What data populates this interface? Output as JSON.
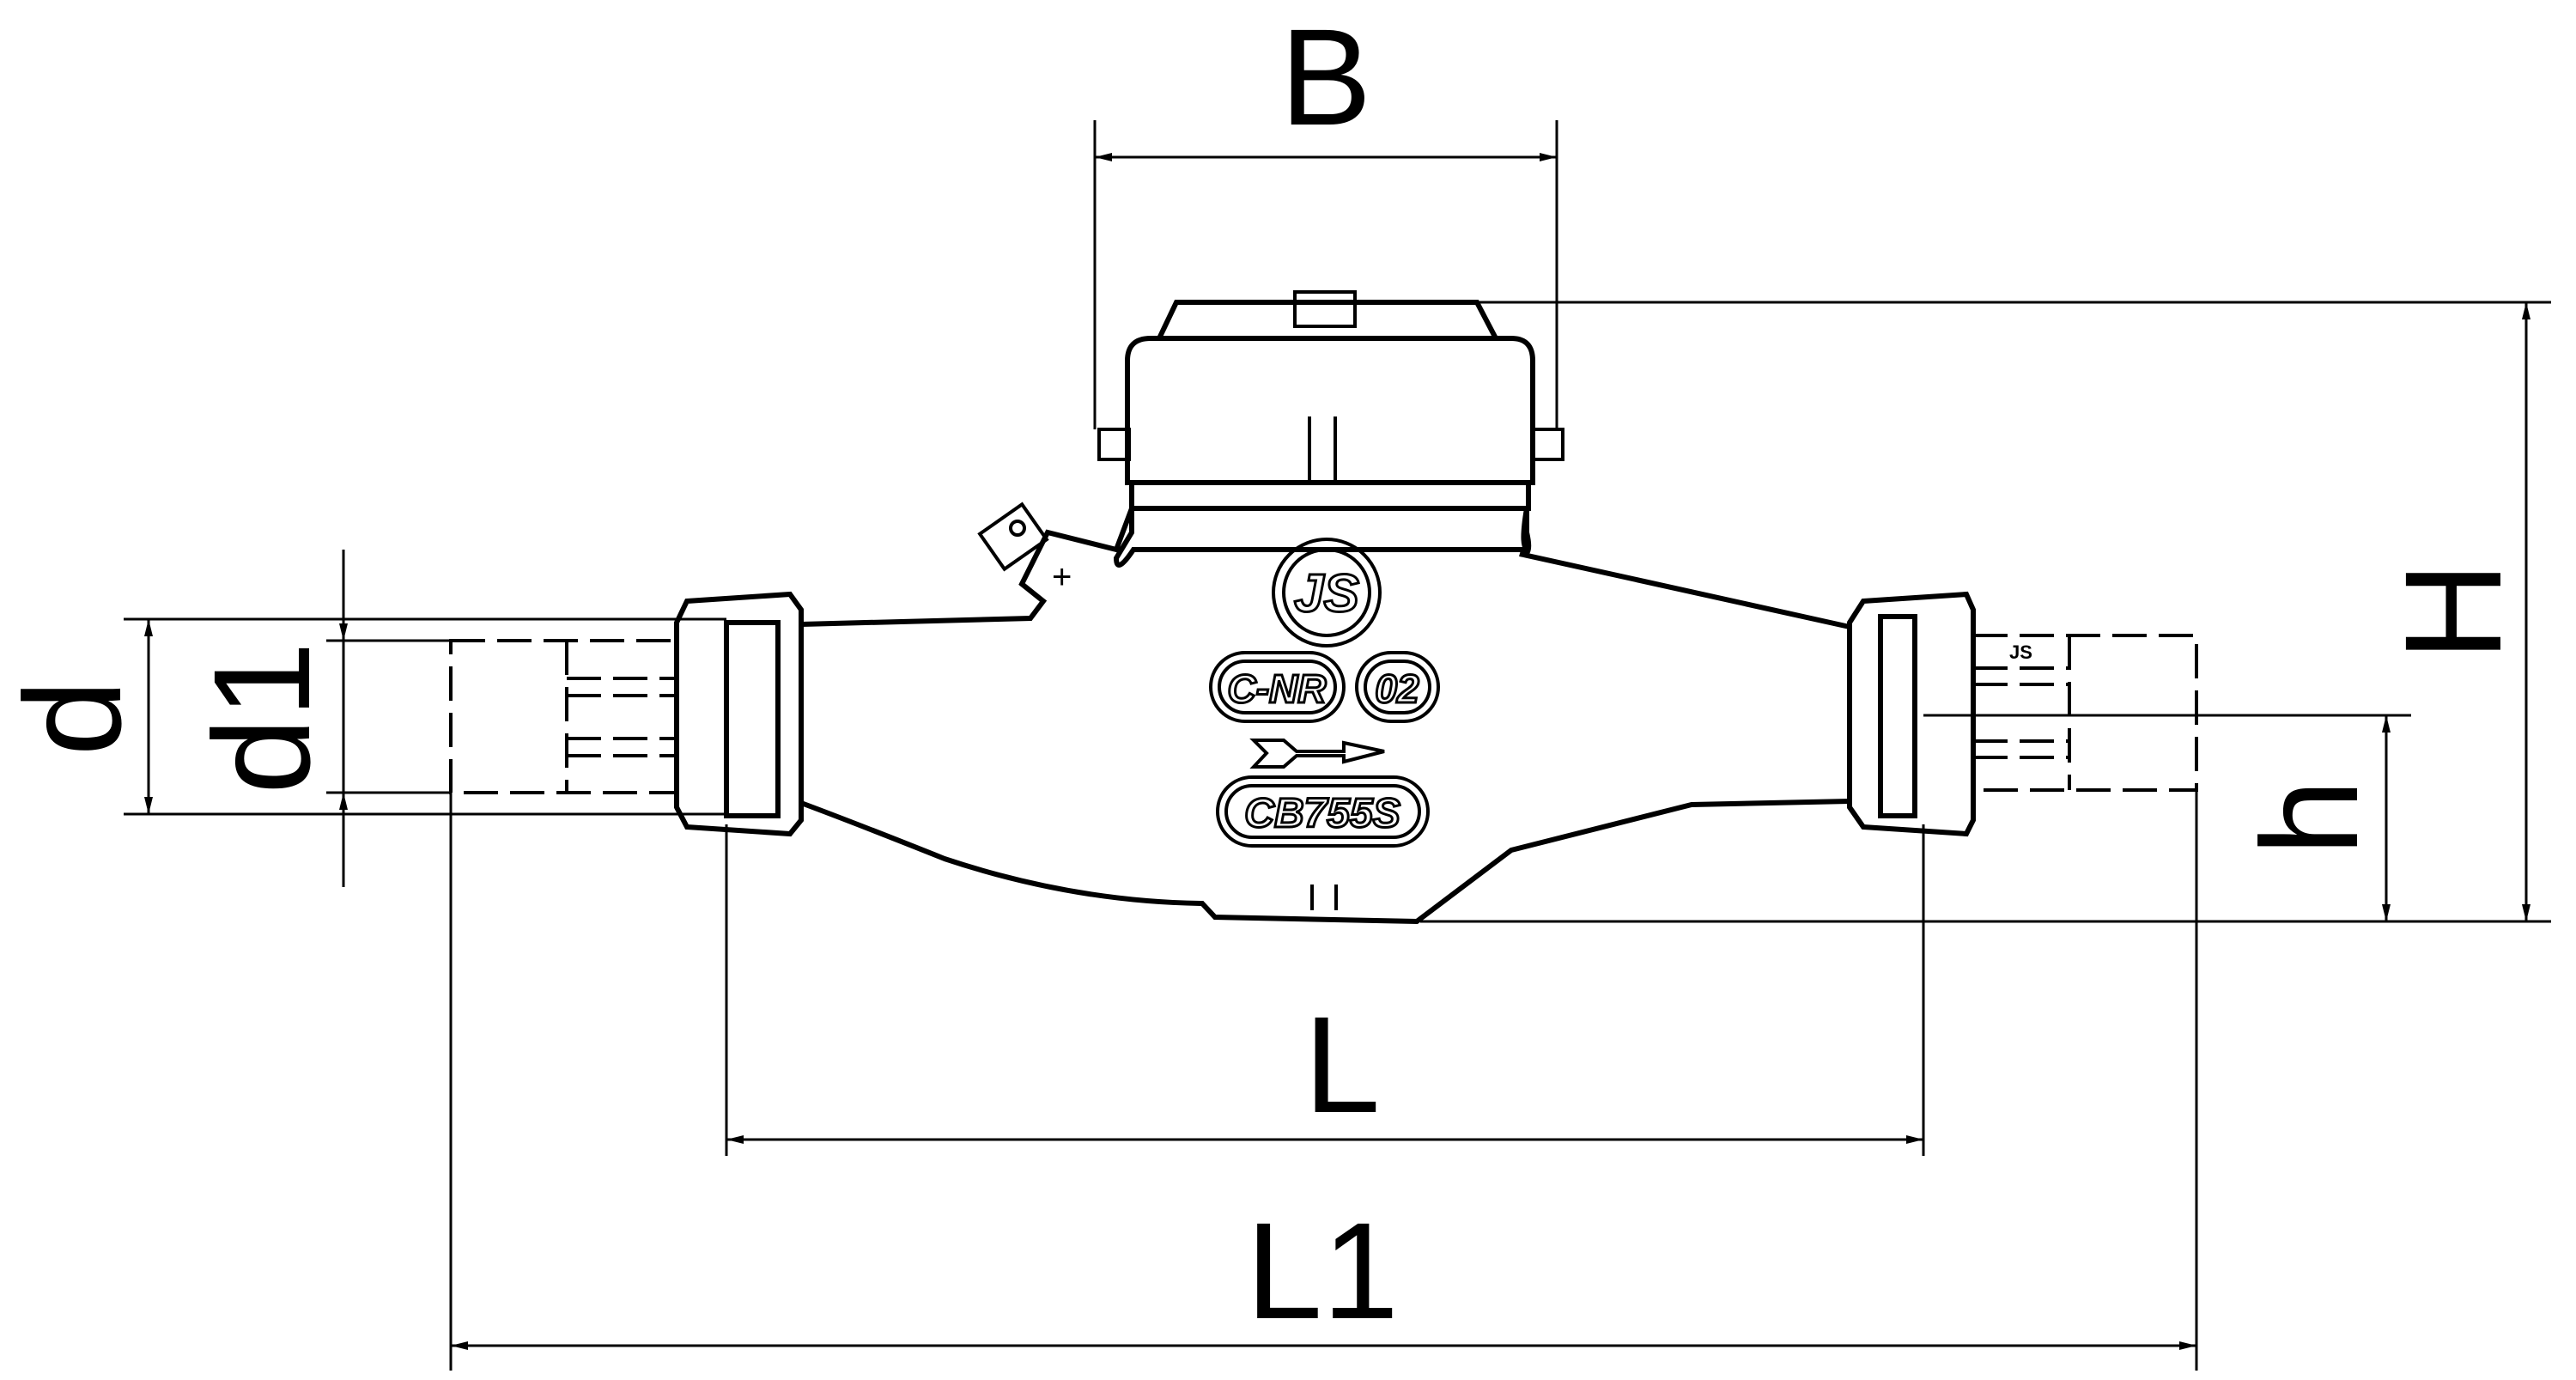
{
  "labels": {
    "B": "B",
    "H": "H",
    "h": "h",
    "d": "d",
    "d1": "d1",
    "L": "L",
    "L1": "L1"
  },
  "markings": {
    "logo": "JS",
    "class": "C-NR",
    "code": "02",
    "model": "CB755S",
    "pipe_mark": "JS"
  }
}
